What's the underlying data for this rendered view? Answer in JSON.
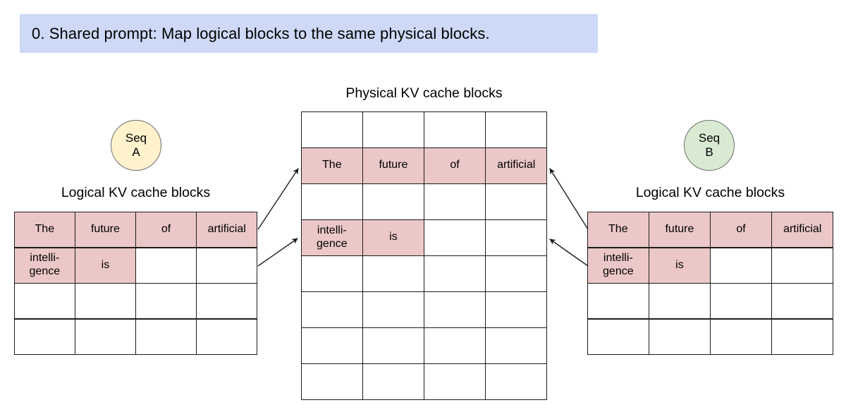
{
  "banner": {
    "text": "0. Shared prompt: Map logical blocks to the same physical blocks."
  },
  "colors": {
    "banner_bg": "#cdd9f6",
    "filled_cell": "#ebc8c7",
    "seq_a_bg": "#fff2cc",
    "seq_b_bg": "#d9ead3"
  },
  "seq_a": {
    "line1": "Seq",
    "line2": "A"
  },
  "seq_b": {
    "line1": "Seq",
    "line2": "B"
  },
  "tables": {
    "left": {
      "title": "Logical KV cache blocks",
      "rows": [
        [
          {
            "text": "The",
            "filled": true
          },
          {
            "text": "future",
            "filled": true
          },
          {
            "text": "of",
            "filled": true
          },
          {
            "text": "artificial",
            "filled": true
          }
        ],
        [
          {
            "text": "intelli-\ngence",
            "filled": true
          },
          {
            "text": "is",
            "filled": true
          },
          {
            "text": "",
            "filled": false
          },
          {
            "text": "",
            "filled": false
          }
        ],
        [
          {
            "text": "",
            "filled": false
          },
          {
            "text": "",
            "filled": false
          },
          {
            "text": "",
            "filled": false
          },
          {
            "text": "",
            "filled": false
          }
        ],
        [
          {
            "text": "",
            "filled": false
          },
          {
            "text": "",
            "filled": false
          },
          {
            "text": "",
            "filled": false
          },
          {
            "text": "",
            "filled": false
          }
        ]
      ]
    },
    "physical": {
      "title": "Physical KV cache blocks",
      "rows": [
        [
          {
            "text": "",
            "filled": false
          },
          {
            "text": "",
            "filled": false
          },
          {
            "text": "",
            "filled": false
          },
          {
            "text": "",
            "filled": false
          }
        ],
        [
          {
            "text": "The",
            "filled": true
          },
          {
            "text": "future",
            "filled": true
          },
          {
            "text": "of",
            "filled": true
          },
          {
            "text": "artificial",
            "filled": true
          }
        ],
        [
          {
            "text": "",
            "filled": false
          },
          {
            "text": "",
            "filled": false
          },
          {
            "text": "",
            "filled": false
          },
          {
            "text": "",
            "filled": false
          }
        ],
        [
          {
            "text": "intelli-\ngence",
            "filled": true
          },
          {
            "text": "is",
            "filled": true
          },
          {
            "text": "",
            "filled": false
          },
          {
            "text": "",
            "filled": false
          }
        ],
        [
          {
            "text": "",
            "filled": false
          },
          {
            "text": "",
            "filled": false
          },
          {
            "text": "",
            "filled": false
          },
          {
            "text": "",
            "filled": false
          }
        ],
        [
          {
            "text": "",
            "filled": false
          },
          {
            "text": "",
            "filled": false
          },
          {
            "text": "",
            "filled": false
          },
          {
            "text": "",
            "filled": false
          }
        ],
        [
          {
            "text": "",
            "filled": false
          },
          {
            "text": "",
            "filled": false
          },
          {
            "text": "",
            "filled": false
          },
          {
            "text": "",
            "filled": false
          }
        ],
        [
          {
            "text": "",
            "filled": false
          },
          {
            "text": "",
            "filled": false
          },
          {
            "text": "",
            "filled": false
          },
          {
            "text": "",
            "filled": false
          }
        ]
      ]
    },
    "right": {
      "title": "Logical KV cache blocks",
      "rows": [
        [
          {
            "text": "The",
            "filled": true
          },
          {
            "text": "future",
            "filled": true
          },
          {
            "text": "of",
            "filled": true
          },
          {
            "text": "artificial",
            "filled": true
          }
        ],
        [
          {
            "text": "intelli-\ngence",
            "filled": true
          },
          {
            "text": "is",
            "filled": true
          },
          {
            "text": "",
            "filled": false
          },
          {
            "text": "",
            "filled": false
          }
        ],
        [
          {
            "text": "",
            "filled": false
          },
          {
            "text": "",
            "filled": false
          },
          {
            "text": "",
            "filled": false
          },
          {
            "text": "",
            "filled": false
          }
        ],
        [
          {
            "text": "",
            "filled": false
          },
          {
            "text": "",
            "filled": false
          },
          {
            "text": "",
            "filled": false
          },
          {
            "text": "",
            "filled": false
          }
        ]
      ]
    }
  }
}
